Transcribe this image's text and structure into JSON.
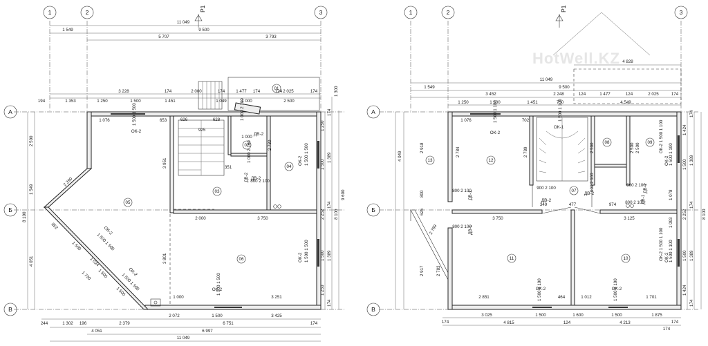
{
  "watermark": "HotWell.KZ",
  "section_mark": "Р1",
  "axes_v": [
    "1",
    "2",
    "3"
  ],
  "axes_h": [
    "А",
    "Б",
    "В"
  ],
  "left": {
    "top": {
      "total": "11 049",
      "line2": [
        "1 549",
        "9 500"
      ],
      "line3": [
        "5 707",
        "3 793"
      ],
      "line4": [
        "194",
        "1 353",
        "1 250",
        "1 500",
        "1 451",
        "174",
        "2 000",
        "174",
        "1 000",
        "174",
        "1 477",
        "124",
        "2 025",
        "174",
        "3 228",
        "1 049",
        "2 500"
      ]
    },
    "bottom": {
      "line1": [
        "244",
        "1 302",
        "196",
        "2 379",
        "2 072",
        "1 500",
        "3 425",
        "174"
      ],
      "line2": [
        "4 051",
        "6 751"
      ],
      "line3": [
        "6 997"
      ],
      "line4": [
        "11 049"
      ]
    },
    "left_dims": [
      "2 500",
      "1 549",
      "8 100",
      "4 051"
    ],
    "right_dims": [
      "1 250",
      "1 500",
      "2 252",
      "1 500",
      "1 250",
      "9 600",
      "8 100",
      "1 300",
      "174",
      "1 389",
      "1 389",
      "174",
      "174"
    ],
    "inner": [
      "1 076",
      "1 500\n1 500",
      "ОК-2",
      "653",
      "626",
      "628",
      "925",
      "1 000\n2 100",
      "ДВ-2",
      "1 000",
      "3 951",
      "351",
      "1 000\n2 100",
      "ДВ-2",
      "800\n2 100",
      "ДВ-2",
      "2 000",
      "3 750",
      "2 780",
      "3 801",
      "2 390",
      "1 500\n1 500",
      "ОК-2",
      "1 500\n1 500",
      "ОК-2",
      "1 500\n1 500",
      "ОК-2",
      "1 500\n1 500",
      "ОК-2",
      "1 000",
      "3 251",
      "1 500",
      "1 500",
      "1 024",
      "1 730",
      "1 500",
      "852",
      "ОК-2",
      "1 500\n1 500"
    ],
    "rooms": [
      "01",
      "02",
      "03",
      "04",
      "05",
      "06"
    ]
  },
  "right": {
    "top": {
      "total": "11 049",
      "line2": [
        "1 549",
        "9 500"
      ],
      "line3": [
        "4 828"
      ],
      "line4": [
        "3 452",
        "2 248",
        "124",
        "1 477",
        "124",
        "2 025",
        "174"
      ],
      "line5": [
        "1 250",
        "1 500",
        "1 451",
        "750",
        "4 549"
      ]
    },
    "bottom": {
      "line1": [
        "174",
        "3 025",
        "1 500",
        "1 600",
        "1 500",
        "1 875",
        "174"
      ],
      "line2": [
        "4 815",
        "124",
        "4 213",
        "174"
      ]
    },
    "left_dims": [
      "4 049",
      "2 918",
      "800",
      "625",
      "2 917",
      "2 789",
      "2 783"
    ],
    "right_dims": [
      "1 424",
      "1 500",
      "2 252",
      "1 500",
      "1 424",
      "8 100",
      "1 389",
      "1 389",
      "174",
      "174",
      "174",
      "2 500",
      "1 078",
      "1 093"
    ],
    "inner": [
      "1 076",
      "1 500\n1 100",
      "ОК-2",
      "702",
      "1 500\n1 100",
      "ОК-1",
      "2 784",
      "2 789",
      "2 500",
      "2 500",
      "800\n2 100",
      "ДВ-1",
      "900\n2 100",
      "ДВ-2",
      "900\n2 100",
      "ДВ-2",
      "800\n2 100",
      "ДВ-1",
      "800\n2 100",
      "ДВ-1",
      "800\n2 100",
      "ДВ-1",
      "ОК-2\n1 500\n1 100",
      "ОК-2\n1 500\n1 100",
      "3 750",
      "349",
      "477",
      "974",
      "3 125",
      "2 851",
      "464",
      "1 012",
      "1 701",
      "ОК-2",
      "1 500\n1 100",
      "ОК-2",
      "1 500\n1 100",
      "ОК-2",
      "1 500\n1 100",
      "ОК-2",
      "1 500\n1 100"
    ],
    "rooms": [
      "07",
      "08",
      "09",
      "10",
      "11",
      "12",
      "13"
    ]
  }
}
